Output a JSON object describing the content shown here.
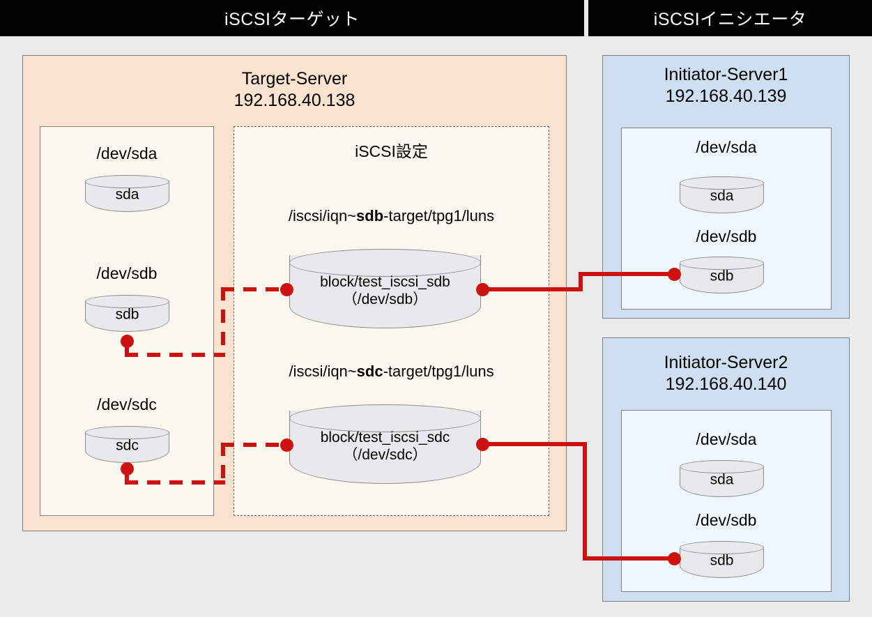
{
  "header": {
    "target_label": "iSCSIターゲット",
    "initiator_label": "iSCSIイニシエータ"
  },
  "target": {
    "title": "Target-Server\n192.168.40.138",
    "name": "Target-Server",
    "ip": "192.168.40.138",
    "devices_box": {
      "items": [
        {
          "label": "/dev/sda",
          "cylinder": "sda"
        },
        {
          "label": "/dev/sdb",
          "cylinder": "sdb"
        },
        {
          "label": "/dev/sdc",
          "cylinder": "sdc"
        }
      ]
    },
    "iscsi_box": {
      "title": "iSCSI設定",
      "luns": [
        {
          "path_prefix": "/iscsi/iqn~",
          "path_bold": "sdb",
          "path_suffix": "-target/tpg1/luns",
          "cylinder": "block/test_iscsi_sdb\n（/dev/sdb）"
        },
        {
          "path_prefix": "/iscsi/iqn~",
          "path_bold": "sdc",
          "path_suffix": "-target/tpg1/luns",
          "cylinder": "block/test_iscsi_sdc\n（/dev/sdc）"
        }
      ]
    }
  },
  "initiators": [
    {
      "title": "Initiator-Server1\n192.168.40.139",
      "name": "Initiator-Server1",
      "ip": "192.168.40.139",
      "items": [
        {
          "label": "/dev/sda",
          "cylinder": "sda"
        },
        {
          "label": "/dev/sdb",
          "cylinder": "sdb"
        }
      ]
    },
    {
      "title": "Initiator-Server2\n192.168.40.140",
      "name": "Initiator-Server2",
      "ip": "192.168.40.140",
      "items": [
        {
          "label": "/dev/sda",
          "cylinder": "sda"
        },
        {
          "label": "/dev/sdb",
          "cylinder": "sdb"
        }
      ]
    }
  ],
  "colors": {
    "header_bar": "#000000",
    "target_panel": "#fbe3cf",
    "target_inner": "#fdf8ef",
    "initiator_panel": "#cddff0",
    "initiator_inner": "#eff7fd",
    "cylinder": "#e9e9eb",
    "connector": "#cc1111",
    "page_background": "#ebebeb"
  }
}
